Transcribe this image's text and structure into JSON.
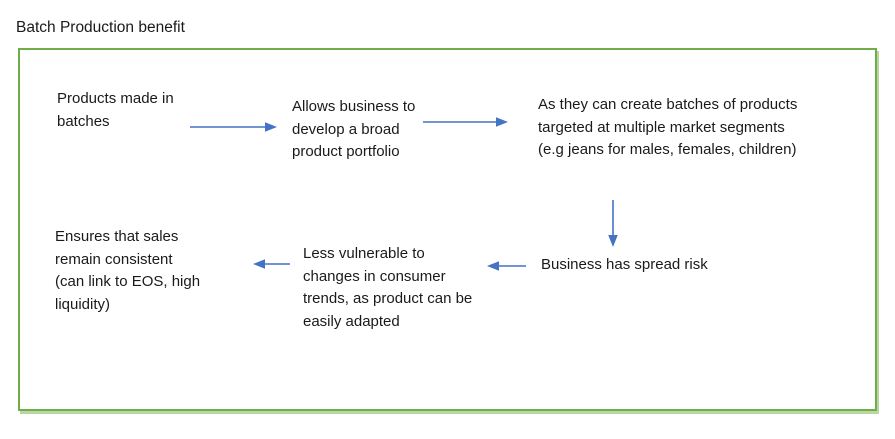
{
  "page": {
    "title": "Batch Production benefit"
  },
  "colors": {
    "arrow": "#4472C4",
    "border-green": "#70AD47",
    "border-green-shadow": "#b9d7a4",
    "text": "#1a1a1a",
    "bg": "#ffffff"
  },
  "diagram": {
    "nodes": {
      "products": {
        "text": "Products made in\nbatches"
      },
      "portfolio": {
        "text": "Allows business to\ndevelop a broad\nproduct portfolio"
      },
      "segments": {
        "text": "As they can create batches of products\ntargeted at multiple market segments\n(e.g jeans for males, females, children)"
      },
      "spread_risk": {
        "text": "Business has spread risk"
      },
      "adaptable": {
        "text": "Less vulnerable to\nchanges in consumer\ntrends, as product can be\neasily adapted"
      },
      "consistent_sales": {
        "text": "Ensures that sales\nremain consistent\n(can link to EOS, high\nliquidity)"
      }
    }
  }
}
